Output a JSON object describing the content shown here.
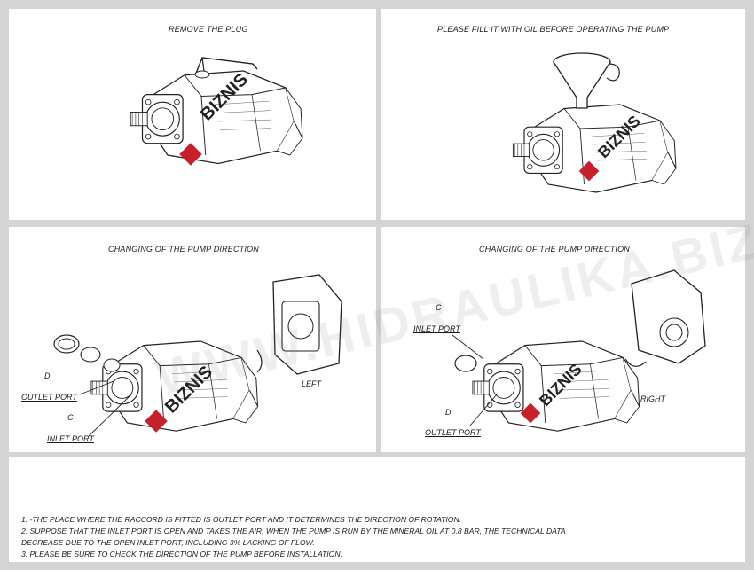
{
  "panels": {
    "top_left": {
      "caption": "REMOVE THE PLUG"
    },
    "top_right": {
      "caption": "PLEASE FILL IT WITH OIL BEFORE OPERATING THE PUMP"
    },
    "mid_left": {
      "caption": "CHANGING OF THE PUMP DIRECTION",
      "labels": {
        "d": "D",
        "outlet_port": "OUTLET PORT",
        "c": "C",
        "inlet_port": "INLET PORT",
        "left": "LEFT"
      }
    },
    "mid_right": {
      "caption": "CHANGING OF THE PUMP DIRECTION",
      "labels": {
        "c": "C",
        "inlet_port": "INLET PORT",
        "d": "D",
        "outlet_port": "OUTLET PORT",
        "right": "RIGHT"
      }
    }
  },
  "notes": [
    "1. -THE PLACE WHERE THE RACCORD IS FITTED IS OUTLET PORT AND IT DETERMINES THE DIRECTION OF ROTATION.",
    "2. SUPPOSE THAT THE INLET PORT IS OPEN AND TAKES THE AIR, WHEN THE PUMP IS RUN BY THE MINERAL OIL AT 0.8 BAR, THE TECHNICAL DATA",
    "DECREASE DUE TO THE OPEN INLET PORT, INCLUDING 3% LACKING OF FLOW.",
    "3. PLEASE BE SURE TO CHECK THE DIRECTION OF THE PUMP BEFORE INSTALLATION."
  ],
  "logo_text": "BIZNIS",
  "watermark": "WWW.HIDRAULIKA.BIZ",
  "colors": {
    "logo_red": "#c8202a",
    "frame": "#d4d4d4",
    "line": "#222222"
  }
}
